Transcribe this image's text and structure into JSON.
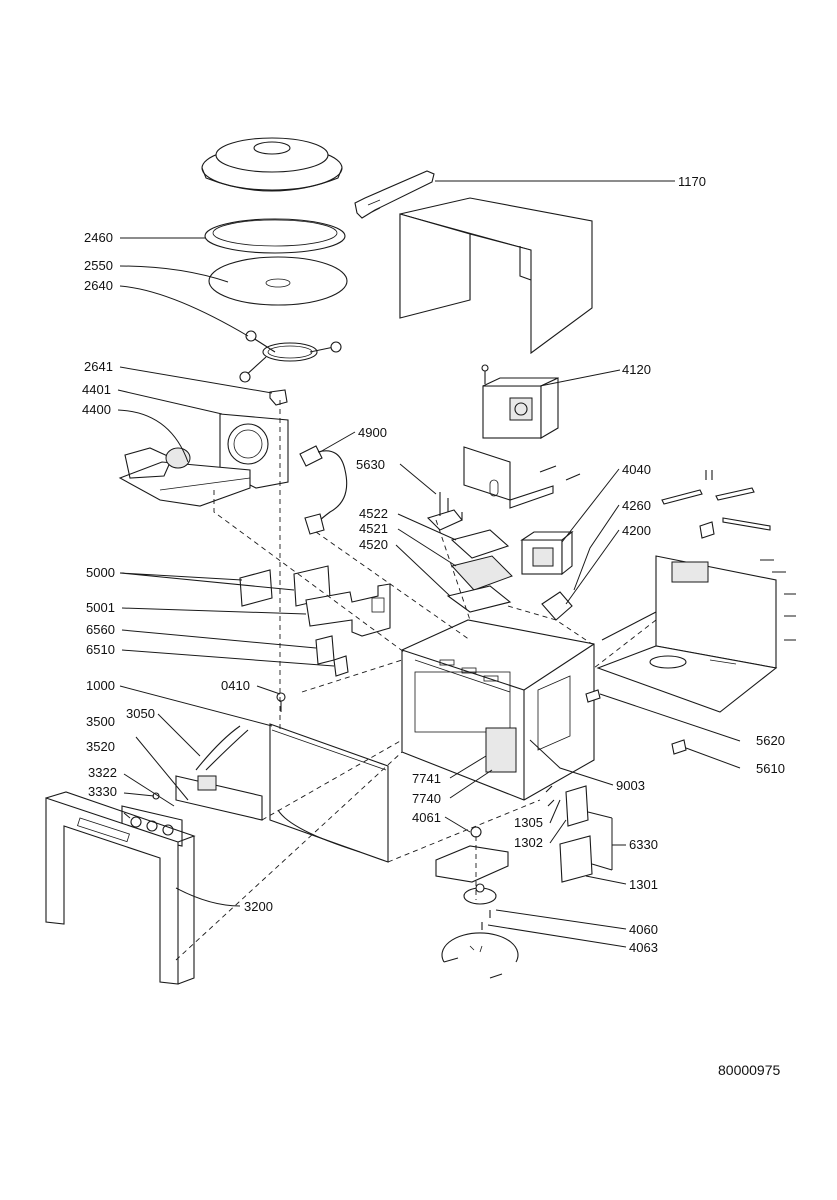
{
  "diagram": {
    "document_number": "80000975",
    "part_labels": [
      "1170",
      "2460",
      "2550",
      "2640",
      "2641",
      "4401",
      "4400",
      "4900",
      "4120",
      "5630",
      "4040",
      "4260",
      "4522",
      "4521",
      "4520",
      "4200",
      "5000",
      "5001",
      "6560",
      "6510",
      "1000",
      "0410",
      "3050",
      "3500",
      "3520",
      "3322",
      "3330",
      "7741",
      "7740",
      "4061",
      "9003",
      "5620",
      "5610",
      "1305",
      "1302",
      "6330",
      "1301",
      "3200",
      "4060",
      "4063"
    ]
  }
}
